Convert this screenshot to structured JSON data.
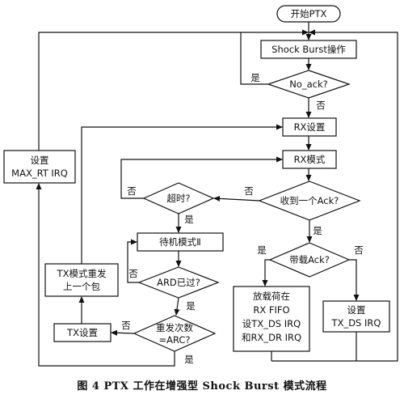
{
  "diagram": {
    "start": "开始PTX",
    "shockburst_op": "Shock Burst操作",
    "no_ack_q": "No_ack?",
    "rx_setup": "RX设置",
    "rx_mode": "RX模式",
    "timeout_q": "超时?",
    "ack_received_q": "收到一个Ack?",
    "standby_mode": "待机模式Ⅱ",
    "ard_passed_q": "ARD已过?",
    "resend_count_q_line1": "重发次数",
    "resend_count_q_line2": "=ARC?",
    "tx_setup": "TX设置",
    "tx_resend_line1": "TX模式重发",
    "tx_resend_line2": "上一个包",
    "set_max_rt_line1": "设置",
    "set_max_rt_line2": "MAX_RT IRQ",
    "payload_ack_q": "带载Ack?",
    "payload_line1": "放载荷在",
    "payload_line2": "RX FIFO",
    "payload_line3": "设TX_DS IRQ",
    "payload_line4": "和RX_DR IRQ",
    "set_tx_ds_line1": "设置",
    "set_tx_ds_line2": "TX_DS IRQ",
    "yes": "是",
    "no": "否"
  },
  "caption": "图 4    PTX 工作在增强型 Shock Burst 模式流程"
}
